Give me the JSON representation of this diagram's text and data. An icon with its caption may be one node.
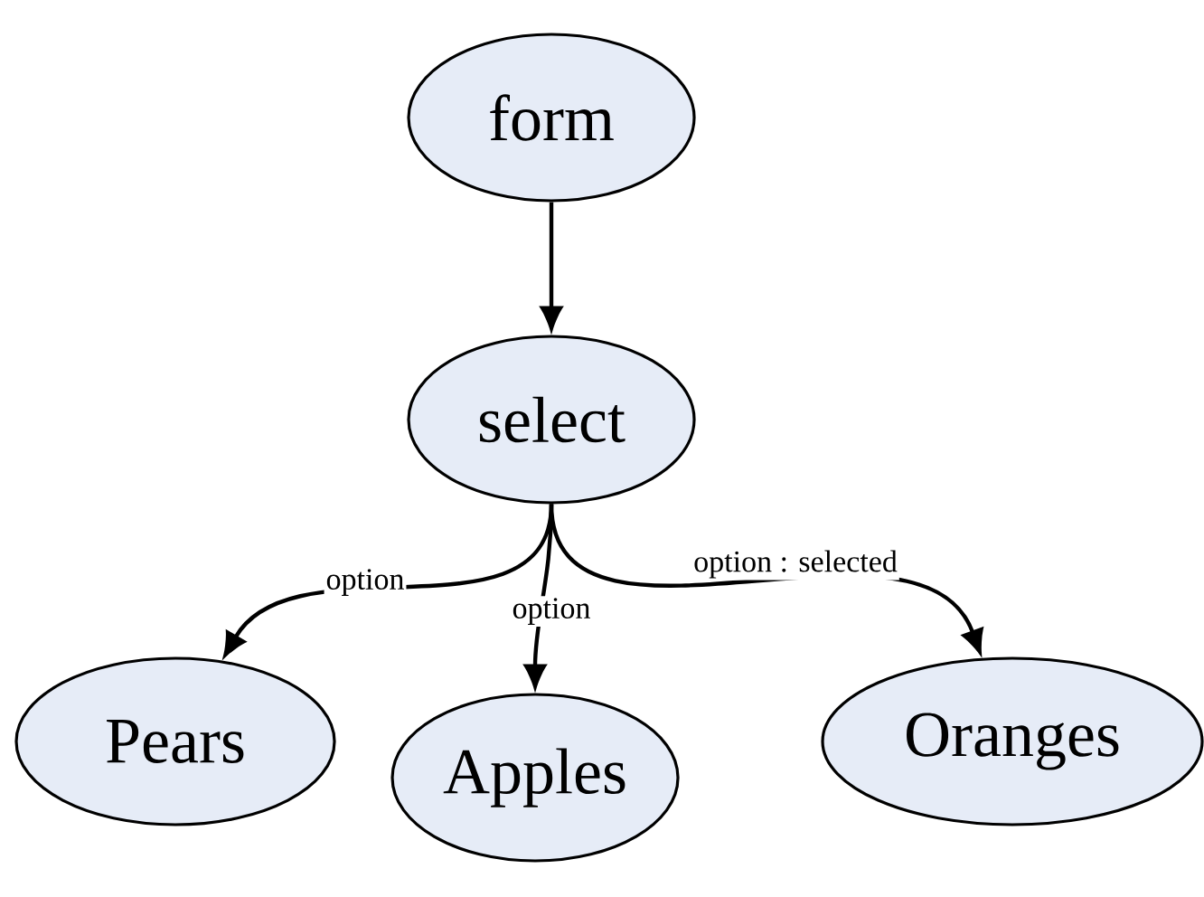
{
  "diagram": {
    "nodes": [
      {
        "text": [
          "form"
        ]
      },
      {
        "text": [
          "select"
        ]
      },
      {
        "text": [
          "Pears"
        ]
      },
      {
        "text": [
          "Apples"
        ]
      },
      {
        "text": [
          "Oranges"
        ]
      }
    ],
    "edges": [
      {
        "from": 0,
        "to": 1,
        "arrow": "to"
      },
      {
        "from": 1,
        "to": 2,
        "arrow": "to",
        "label": "option"
      },
      {
        "from": 1,
        "to": 3,
        "arrow": "to",
        "label": "option"
      },
      {
        "from": 1,
        "to": 4,
        "arrow": "to",
        "label": "option : selected"
      }
    ]
  }
}
